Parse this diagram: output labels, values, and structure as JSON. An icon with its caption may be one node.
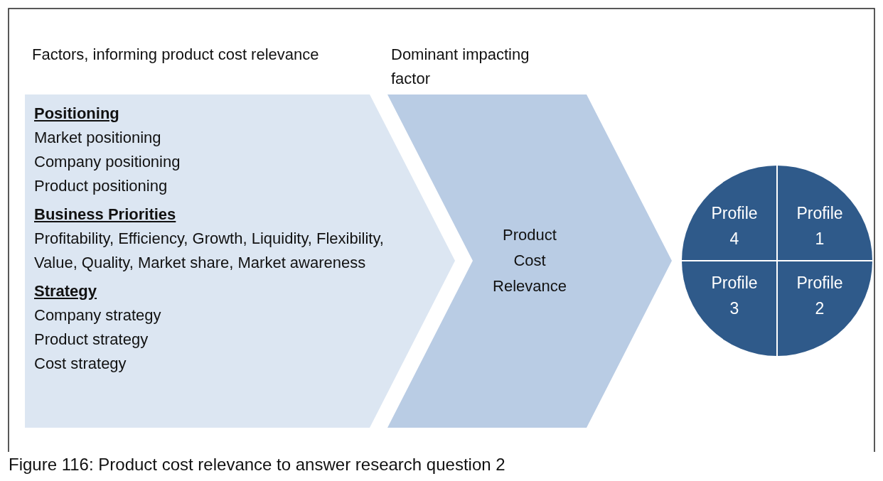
{
  "diagram": {
    "caption": "Figure 116: Product cost relevance to answer research question 2",
    "nodes": [
      {
        "text": [
          "Factors, informing product cost relevance",
          "Positioning",
          "Market positioning",
          "Company positioning",
          "Product positioning",
          "Business Priorities",
          "Profitability, Efficiency, Growth, Liquidity, Flexibility, Value, Quality, Market share, Market awareness",
          "Strategy",
          "Company strategy",
          "Product strategy",
          "Cost strategy"
        ]
      },
      {
        "text": [
          "Dominant impacting factor",
          "Product Cost Relevance"
        ]
      },
      {
        "text": [],
        "shape": "circle"
      },
      {
        "text": [
          "Profile 4"
        ],
        "in": 2
      },
      {
        "text": [
          "Profile 1"
        ],
        "in": 2
      },
      {
        "text": [
          "Profile 3"
        ],
        "in": 2
      },
      {
        "text": [
          "Profile 2"
        ],
        "in": 2
      }
    ]
  }
}
